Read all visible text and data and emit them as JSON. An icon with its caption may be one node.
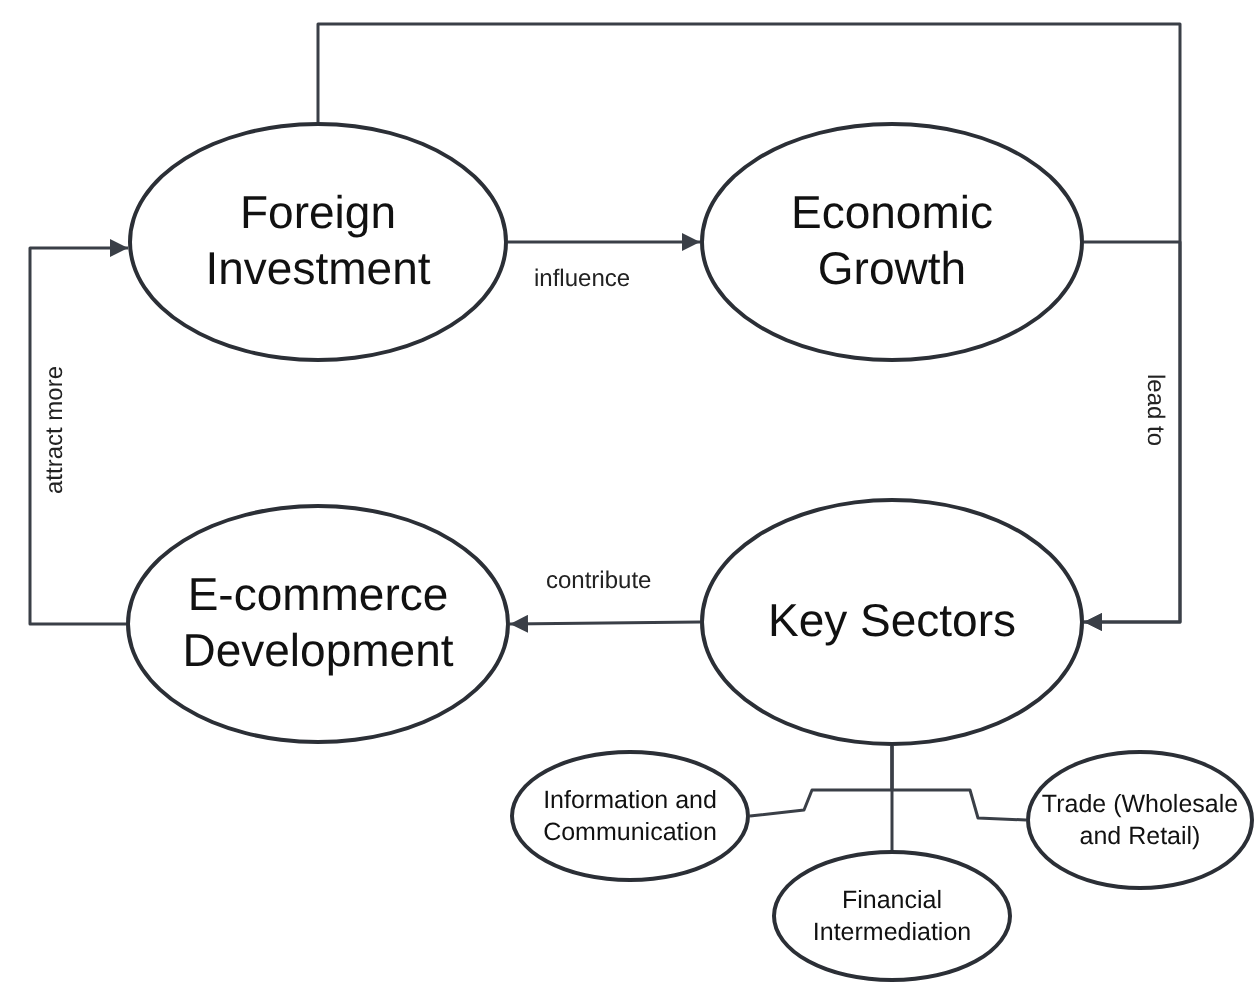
{
  "diagram": {
    "nodes": [
      {
        "text": [
          "Foreign Investment"
        ]
      },
      {
        "text": [
          "Economic Growth"
        ]
      },
      {
        "text": [
          "E-commerce Development"
        ]
      },
      {
        "text": [
          "Key Sectors"
        ]
      },
      {
        "text": [
          "Information and Communication"
        ]
      },
      {
        "text": [
          "Financial Intermediation"
        ]
      },
      {
        "text": [
          "Trade (Wholesale and Retail)"
        ]
      }
    ],
    "edges": [
      {
        "from": 0,
        "to": 1,
        "arrow": "to",
        "label": "influence"
      },
      {
        "from": 0,
        "to": 3,
        "arrow": "to"
      },
      {
        "from": 1,
        "to": 3,
        "arrow": "to",
        "label": "lead to"
      },
      {
        "from": 3,
        "to": 2,
        "arrow": "to",
        "label": "contribute"
      },
      {
        "from": 2,
        "to": 0,
        "arrow": "to",
        "label": "attract more"
      },
      {
        "from": 3,
        "to": 4,
        "arrow": "none"
      },
      {
        "from": 3,
        "to": 5,
        "arrow": "none"
      },
      {
        "from": 3,
        "to": 6,
        "arrow": "none"
      }
    ]
  }
}
